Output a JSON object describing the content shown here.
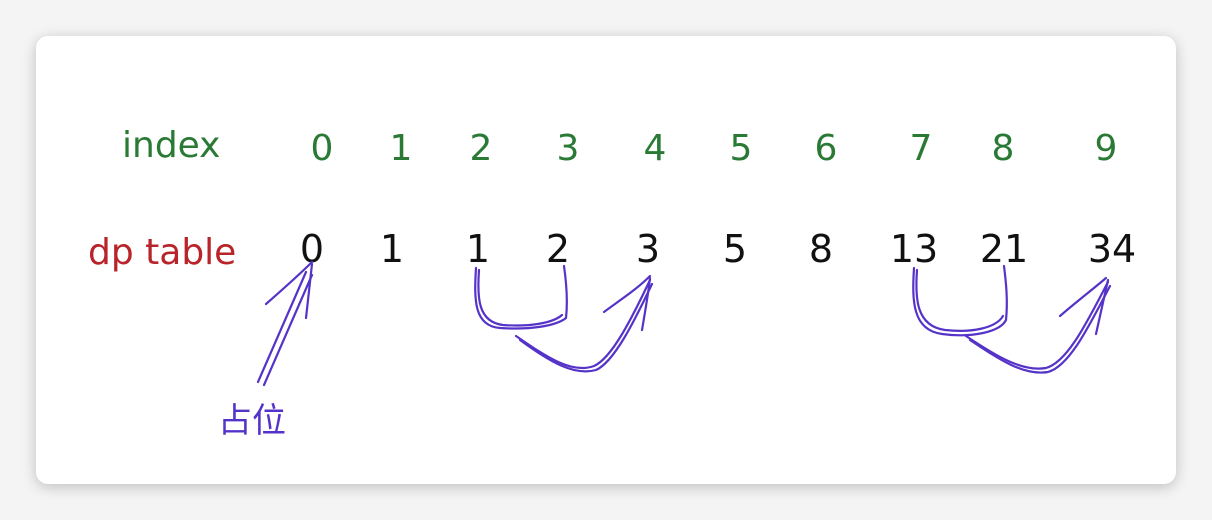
{
  "index_row": {
    "label": "index",
    "values": [
      "0",
      "1",
      "2",
      "3",
      "4",
      "5",
      "6",
      "7",
      "8",
      "9"
    ]
  },
  "dp_row": {
    "label": "dp table",
    "values": [
      "0",
      "1",
      "1",
      "2",
      "3",
      "5",
      "8",
      "13",
      "21",
      "34"
    ]
  },
  "annotation": {
    "placeholder_note": "占位"
  },
  "colors": {
    "index": "#2a7a35",
    "dp_label": "#b8242a",
    "values": "#111111",
    "arrows": "#5533c8"
  }
}
